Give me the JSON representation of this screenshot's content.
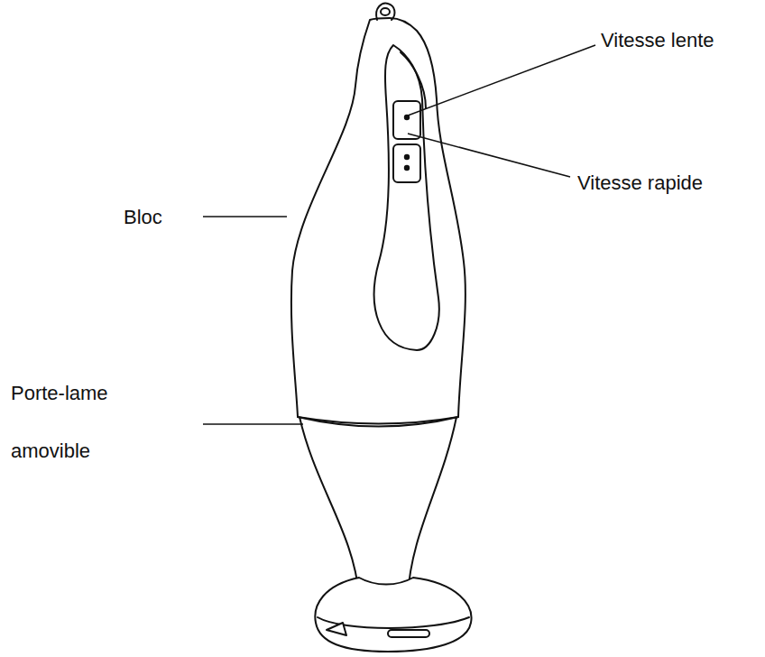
{
  "diagram": {
    "labels": [
      "Vitesse lente",
      "Vitesse rapide",
      "Bloc",
      "Porte-lame amovible"
    ]
  }
}
